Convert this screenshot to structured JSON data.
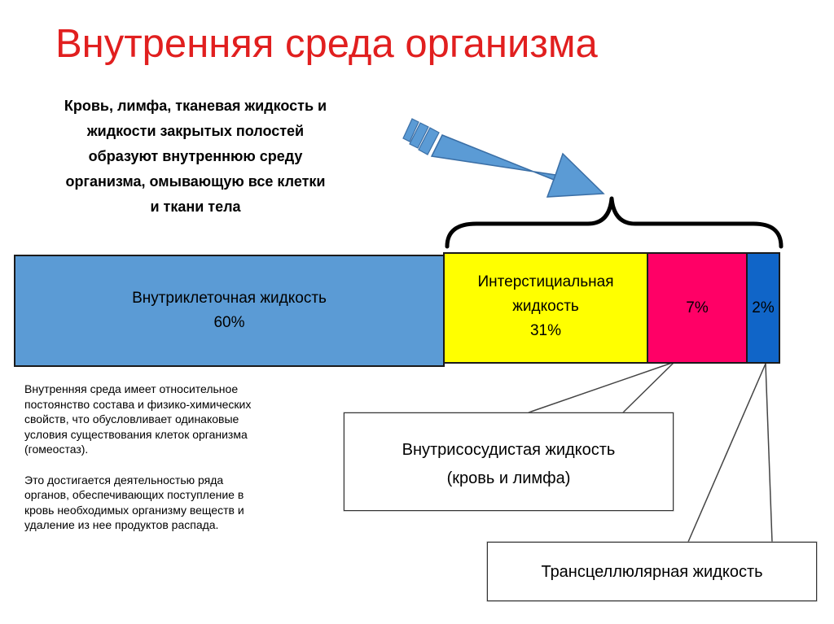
{
  "title": "Внутренняя среда организма",
  "intro_lines": [
    "Кровь, лимфа, тканевая жидкость и",
    "жидкости закрытых полостей",
    "образуют внутреннюю среду",
    "организма, омывающую все клетки",
    "и ткани тела"
  ],
  "bar": {
    "intracellular": {
      "label": "Внутриклеточная жидкость",
      "percent": "60%",
      "color": "#5b9bd5"
    },
    "interstitial": {
      "label_lines": [
        "Интерстициальная",
        "жидкость"
      ],
      "percent": "31%",
      "color": "#ffff00"
    },
    "intravascular": {
      "percent": "7%",
      "color": "#ff0066"
    },
    "transcellular": {
      "percent": "2%",
      "color": "#1065c8"
    }
  },
  "notes": [
    {
      "lines": [
        "Внутренняя среда имеет относительное",
        "постоянство состава и физико-химических",
        "свойств, что обусловливает одинаковые",
        "условия существования клеток организма",
        "(гомеостаз)."
      ]
    },
    {
      "lines": [
        "Это достигается деятельностью ряда",
        "органов, обеспечивающих поступление в",
        "кровь необходимых организму веществ и",
        "удаление из нее продуктов распада."
      ]
    }
  ],
  "callouts": {
    "intravascular": {
      "lines": [
        "Внутрисосудистая жидкость",
        "(кровь и лимфа)"
      ]
    },
    "transcellular": {
      "label": "Трансцеллюлярная жидкость"
    }
  },
  "arrow_color": "#5b9bd5"
}
